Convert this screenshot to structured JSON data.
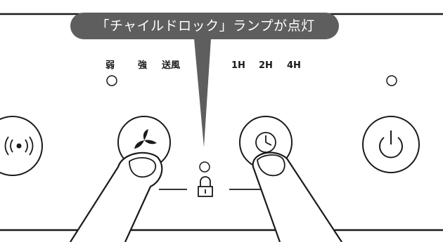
{
  "callout": {
    "text": "「チャイルドロック」ランプが点灯"
  },
  "fan_speed_labels": [
    "弱",
    "強",
    "送風"
  ],
  "timer_labels": [
    "1H",
    "2H",
    "4H"
  ],
  "icons": {
    "swing": "swing-icon",
    "fan": "fan-icon",
    "timer": "timer-icon",
    "power": "power-icon",
    "lock": "lock-icon"
  },
  "colors": {
    "callout_bg": "#5e5e5e",
    "line": "#1a1a1a",
    "background": "#ffffff"
  }
}
